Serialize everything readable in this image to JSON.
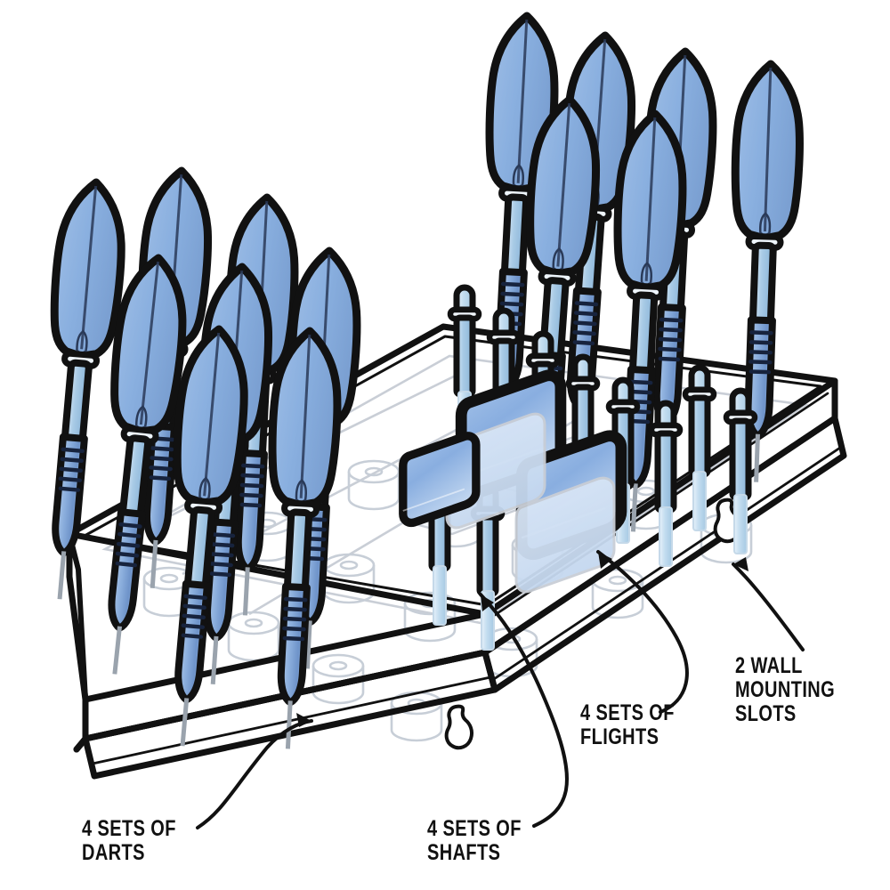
{
  "diagram": {
    "subject": "acrylic dart display / storage tray with darts, shafts and flights",
    "background_color": "#ffffff",
    "line_color": "#111111"
  },
  "palette": {
    "outline": "#111111",
    "flight_blue": "#8fb3e0",
    "flight_blue_dark": "#6f95c9",
    "barrel_blue": "#8fb0dd",
    "barrel_blue_dark": "#5f86c2",
    "shaft_blue": "#a7c9e4",
    "shaft_blue_light": "#cfe3f2",
    "acrylic_grey": "#c9ced6",
    "acrylic_fill": "#ffffff"
  },
  "callouts": [
    {
      "id": "darts",
      "label": "4 SETS OF\nDARTS",
      "count": 4,
      "item": "darts"
    },
    {
      "id": "shafts",
      "label": "4 SETS OF\nSHAFTS",
      "count": 4,
      "item": "shafts"
    },
    {
      "id": "flights",
      "label": "4 SETS OF\nFLIGHTS",
      "count": 4,
      "item": "flights"
    },
    {
      "id": "slots",
      "label": "2 WALL\nMOUNTING\nSLOTS",
      "count": 2,
      "item": "wall mounting slots"
    }
  ],
  "components": {
    "darts_left_cluster": 8,
    "darts_right_cluster": 6,
    "loose_shafts": 10,
    "folded_flight_sets": 4,
    "keyhole_slots": 2,
    "tip_holders": 16
  }
}
